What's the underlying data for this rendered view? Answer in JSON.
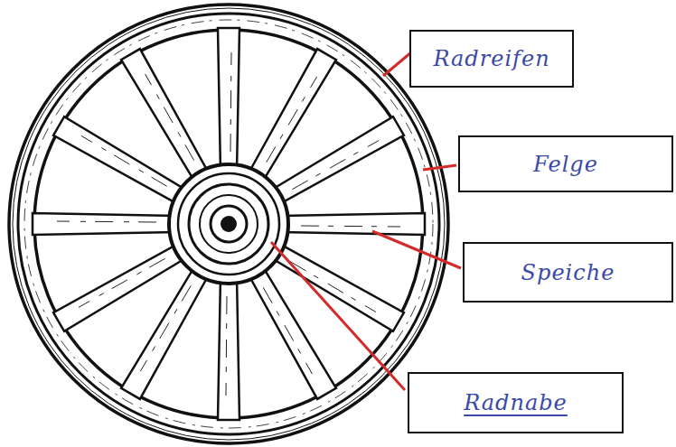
{
  "diagram": {
    "nodes": [
      {
        "text": [
          "Radreifen"
        ]
      },
      {
        "text": [
          "Felge"
        ]
      },
      {
        "text": [
          "Speiche"
        ]
      },
      {
        "text": [
          "Radnabe"
        ]
      }
    ]
  }
}
